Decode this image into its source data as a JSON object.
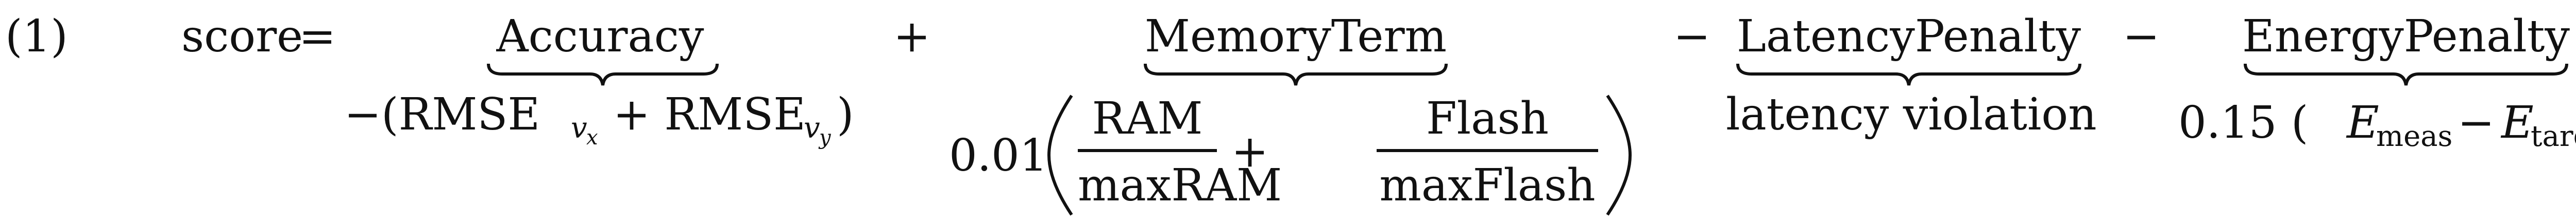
{
  "equation": {
    "number": "(1)",
    "lhs": "score",
    "eq_sign": "=",
    "plus": "+",
    "minus": "−",
    "terms": {
      "accuracy": {
        "label": "Accuracy",
        "expr_prefix": "−(RMSE",
        "sub_v1": "v",
        "subsub_1": "x",
        "plus": "+ RMSE",
        "sub_v2": "v",
        "subsub_2": "y",
        "close": ")"
      },
      "memory": {
        "label": "MemoryTerm",
        "coef": "0.01",
        "frac1_num": "RAM",
        "frac1_den": "maxRAM",
        "plus": "+",
        "frac2_num": "Flash",
        "frac2_den": "maxFlash"
      },
      "latency": {
        "label": "LatencyPenalty",
        "expr": "latency violation"
      },
      "energy": {
        "label": "EnergyPenalty",
        "coef": "0.15 (",
        "e1": "E",
        "e1_sub": "meas",
        "minus": "−",
        "e2": "E",
        "e2_sub": "target",
        "close": ")"
      }
    }
  }
}
